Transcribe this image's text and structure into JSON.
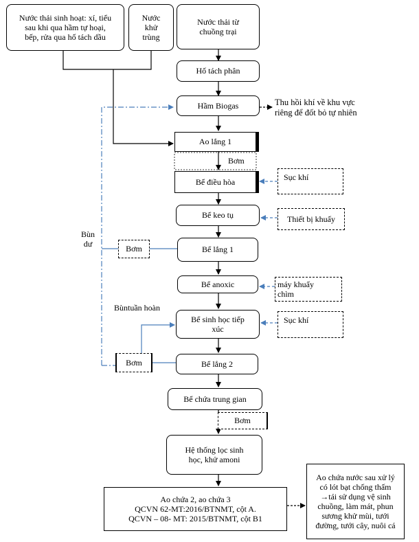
{
  "inputs": {
    "domestic": "Nước thải sinh hoạt: xí, tiểu\nsau khi qua hầm tự hoại,\nbếp, rửa qua hố tách dầu",
    "disinfect": "Nước\nkhử\ntrùng",
    "barn": "Nước thải từ\nchuồng trại"
  },
  "process": {
    "separator": "Hố tách phân",
    "biogas": "Hầm Biogas",
    "settle1": "Ao lắng 1",
    "equalize": "Bể điều hòa",
    "coag": "Bể keo tụ",
    "clar1": "Bể lắng 1",
    "anoxic": "Bể anoxic",
    "contact": "Bể sinh học tiếp\nxúc",
    "clar2": "Bể lắng 2",
    "inter": "Bể chứa trung gian",
    "filter": "Hệ thống lọc sinh\nhọc, khử amoni",
    "final": "Ao chứa 2, ao chứa 3\nQCVN 62-MT:2016/BTNMT, cột A.\nQCVN – 08- MT: 2015/BTNMT, cột B1"
  },
  "aux": {
    "gas": "Thu hồi khí về khu vực\nriêng để đốt bỏ tự nhiên",
    "pump": "Bơm",
    "aeration": "Sục khí",
    "mixer": "Thiết bị khuấy",
    "sub_mixer": "máy khuấy\nchìm",
    "reuse": "Ao chứa nước sau xử lý\ncó lót bạt chống thấm\n→tái sử dụng vệ sinh\nchuồng, làm mát, phun\nsương khử mùi, tưới\nđường, tưới cây, nuôi cá"
  },
  "labels": {
    "excess_sludge": "Bùn\ndư",
    "return_sludge": "Bùntuần hoàn"
  },
  "colors": {
    "line": "#000000",
    "blue": "#4a7ebb"
  }
}
